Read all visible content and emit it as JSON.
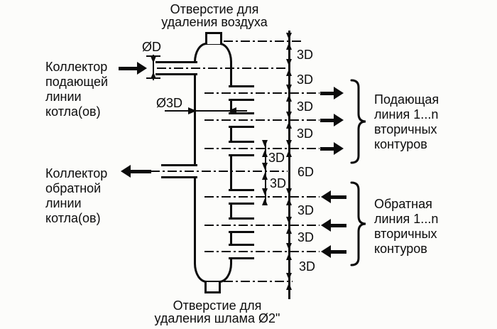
{
  "colors": {
    "line": "#0c0c0c",
    "background": "#fcfcfa"
  },
  "titles": {
    "air_vent": "Отверстие для\nудаления воздуха",
    "sludge_drain": "Отверстие для\nудаления шлама Ø2\""
  },
  "left_labels": {
    "supply_collector": "Коллектор\nподающей\nлинии\nкотла(ов)",
    "return_collector": "Коллектор\nобратной\nлинии\nкотла(ов)"
  },
  "right_labels": {
    "supply_circuits": "Подающая\nлиния 1...n\nвторичных\nконтуров",
    "return_circuits": "Обратная\nлиния 1...n\nвторичных\nконтуров"
  },
  "dimensions": {
    "nozzle_diameter": "ØD",
    "vessel_diameter": "Ø3D",
    "main_segments": [
      "3D",
      "3D",
      "3D",
      "3D",
      "6D",
      "3D",
      "3D",
      "3D"
    ],
    "inner_segments": [
      "3D",
      "3D"
    ]
  }
}
